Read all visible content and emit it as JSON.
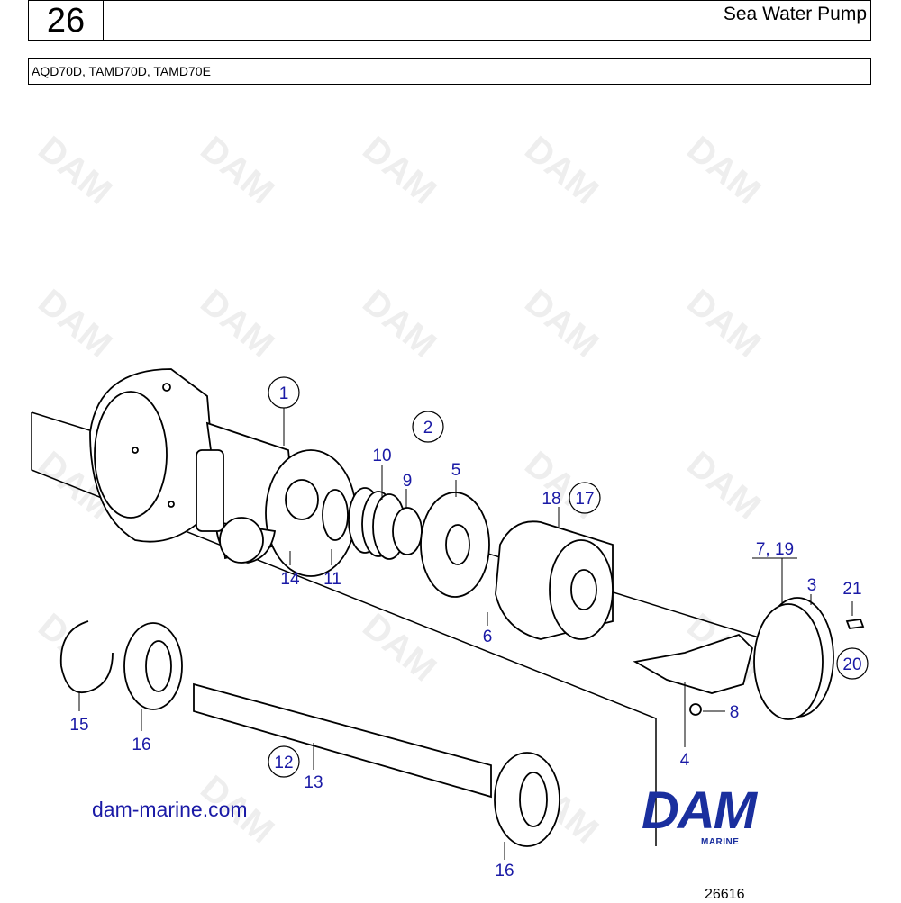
{
  "header": {
    "page_number": "26",
    "title": "Sea Water Pump",
    "models": "AQD70D, TAMD70D, TAMD70E"
  },
  "callouts": {
    "c1": "1",
    "c2": "2",
    "c3": "3",
    "c4": "4",
    "c5": "5",
    "c6": "6",
    "c7_19": "7, 19",
    "c8": "8",
    "c9": "9",
    "c10": "10",
    "c11": "11",
    "c12": "12",
    "c13": "13",
    "c14": "14",
    "c15": "15",
    "c16a": "16",
    "c16b": "16",
    "c17": "17",
    "c18": "18",
    "c20": "20",
    "c21": "21"
  },
  "footer": {
    "website": "dam-marine.com",
    "logo": "DAM",
    "logo_sub": "MARINE",
    "drawing_ref": "26616"
  },
  "watermark_text": "DAM",
  "colors": {
    "callout": "#1a1aa6",
    "logo": "#1a2f9e"
  }
}
